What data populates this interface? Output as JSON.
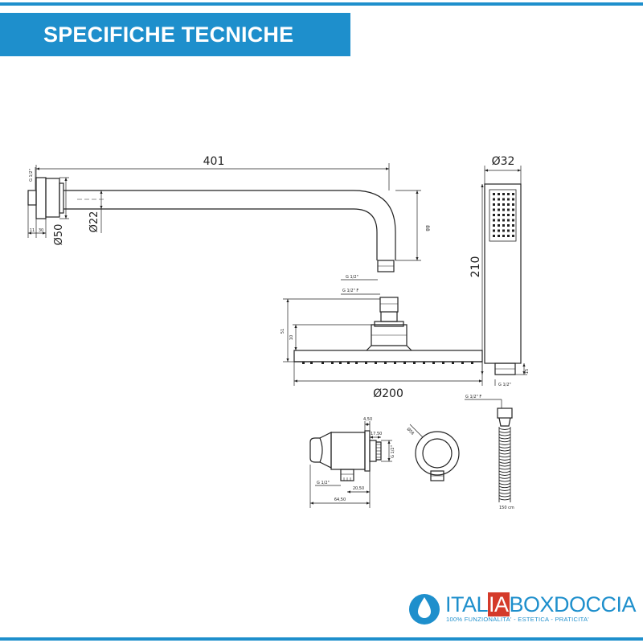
{
  "header": {
    "title": "SPECIFICHE TECNICHE"
  },
  "colors": {
    "accent": "#1e8fcc",
    "brand_red": "#d43a2a",
    "line": "#222222"
  },
  "drawing": {
    "arm": {
      "length": "401",
      "flange_diameter": "Ø50",
      "arm_diameter": "Ø22",
      "height": "88",
      "flange_thread": "G 1/2\"",
      "dim_a": "11",
      "dim_b": "30",
      "outlet_thread": "G 1/2\""
    },
    "head": {
      "inlet_thread": "G 1/2\" F",
      "height_total": "51",
      "height_body": "10",
      "diameter": "Ø200"
    },
    "hand_shower": {
      "diameter": "Ø32",
      "length": "210",
      "thread": "G 1/2\"",
      "dim_end": "15"
    },
    "wall_outlet": {
      "depth": "4,50",
      "width": "17,50",
      "thread_right": "G 1/2\"",
      "thread_bottom": "G 1/2\"",
      "inner": "20,50",
      "total": "64,50",
      "diameter": "Ø58"
    },
    "hose": {
      "thread": "G 1/2\" F",
      "length": "150 cm"
    }
  },
  "logo": {
    "part1": "ITAL",
    "part2": "IA",
    "part3": "BOXDOCCIA",
    "tagline": "100% FUNZIONALITA' - ESTETICA - PRATICITA'"
  }
}
